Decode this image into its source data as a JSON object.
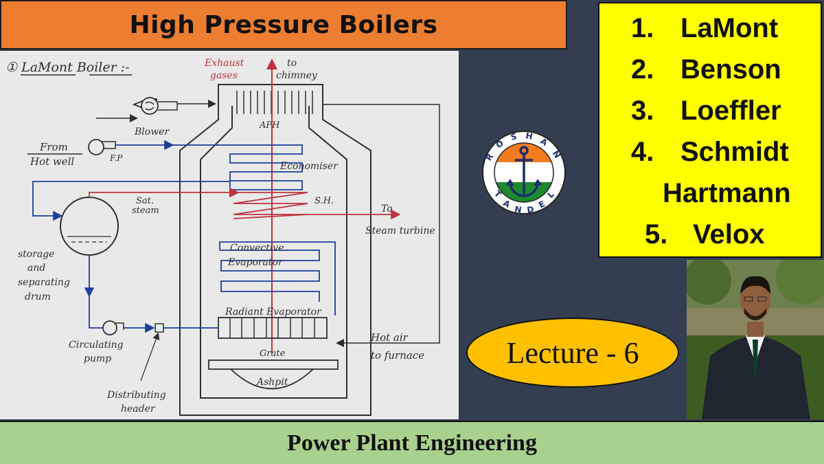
{
  "header": {
    "title": "High Pressure Boilers"
  },
  "types_list": [
    {
      "num": "1.",
      "label": "LaMont"
    },
    {
      "num": "2.",
      "label": "Benson"
    },
    {
      "num": "3.",
      "label": "Loeffler"
    },
    {
      "num": "4.",
      "label": "Schmidt"
    },
    {
      "num": "",
      "label": "Hartmann"
    },
    {
      "num": "5.",
      "label": "Velox"
    }
  ],
  "logo": {
    "text": "ROSHAN TANDEL",
    "colors": {
      "saffron": "#f47c1e",
      "green": "#1e8a2e",
      "navy": "#1b2d6b"
    }
  },
  "lecture": {
    "label": "Lecture - 6"
  },
  "footer": {
    "title": "Power Plant Engineering"
  },
  "diagram": {
    "heading": "① LaMont Boiler :-",
    "labels": {
      "exhaust": "Exhaust",
      "gases": "gases",
      "to": "to",
      "chimney": "chimney",
      "aph": "APH",
      "blower": "Blower",
      "from": "From",
      "hot_well": "Hot well",
      "fp": "F.P",
      "economiser": "Economiser",
      "sat": "Sat.",
      "steam": "steam",
      "sh": "S.H.",
      "to2": "To",
      "steam_turbine": "Steam turbine",
      "storage": "storage",
      "and": "and",
      "separating": "separating",
      "drum": "drum",
      "convective": "Convective",
      "evaporator": "Evaporator",
      "radiant_evaporator": "Radiant Evaporator",
      "circulating": "Circulating",
      "pump": "pump",
      "hot_air": "Hot air",
      "to_furnace": "to furnace",
      "grate": "Grate",
      "ashpit": "Ashpit",
      "distributing": "Distributing",
      "header": "header"
    },
    "colors": {
      "ink": "#2f2f2f",
      "blue": "#1f3f9a",
      "red": "#c0323d"
    }
  }
}
